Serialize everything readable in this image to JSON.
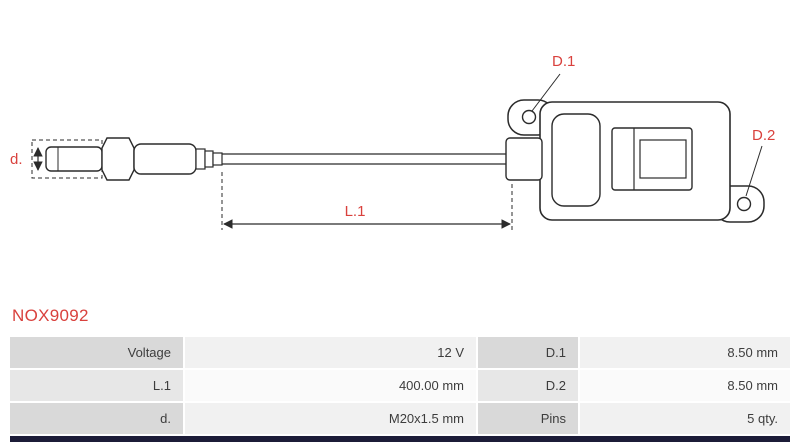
{
  "part_number": "NOX9092",
  "diagram": {
    "dim_d_label": "d.",
    "dim_l1_label": "L.1",
    "dim_d1_label": "D.1",
    "dim_d2_label": "D.2"
  },
  "table": {
    "rows": [
      {
        "label1": "Voltage",
        "value1": "12 V",
        "label2": "D.1",
        "value2": "8.50 mm"
      },
      {
        "label1": "L.1",
        "value1": "400.00 mm",
        "label2": "D.2",
        "value2": "8.50 mm"
      },
      {
        "label1": "d.",
        "value1": "M20x1.5 mm",
        "label2": "Pins",
        "value2": "5 qty."
      }
    ]
  },
  "colors": {
    "accent_red": "#d9413d",
    "line_color": "#2b2b2b",
    "footer_bar": "#1c1c38"
  }
}
